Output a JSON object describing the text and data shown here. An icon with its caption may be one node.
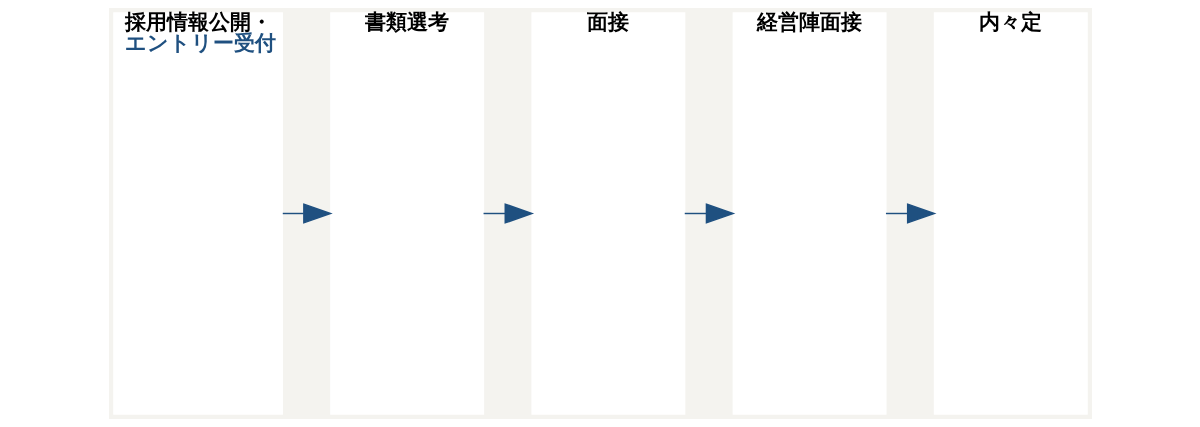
{
  "diagram": {
    "nodes": [
      {
        "text": [
          "採用情報公開・",
          "エントリー受付"
        ]
      },
      {
        "text": [
          "書類選考"
        ]
      },
      {
        "text": [
          "面接"
        ]
      },
      {
        "text": [
          "経営陣面接"
        ]
      },
      {
        "text": [
          "内々定"
        ]
      }
    ],
    "edges": [
      {
        "from": 0,
        "to": 1,
        "arrow": "to"
      },
      {
        "from": 1,
        "to": 2,
        "arrow": "to"
      },
      {
        "from": 2,
        "to": 3,
        "arrow": "to"
      },
      {
        "from": 3,
        "to": 4,
        "arrow": "to"
      }
    ]
  }
}
